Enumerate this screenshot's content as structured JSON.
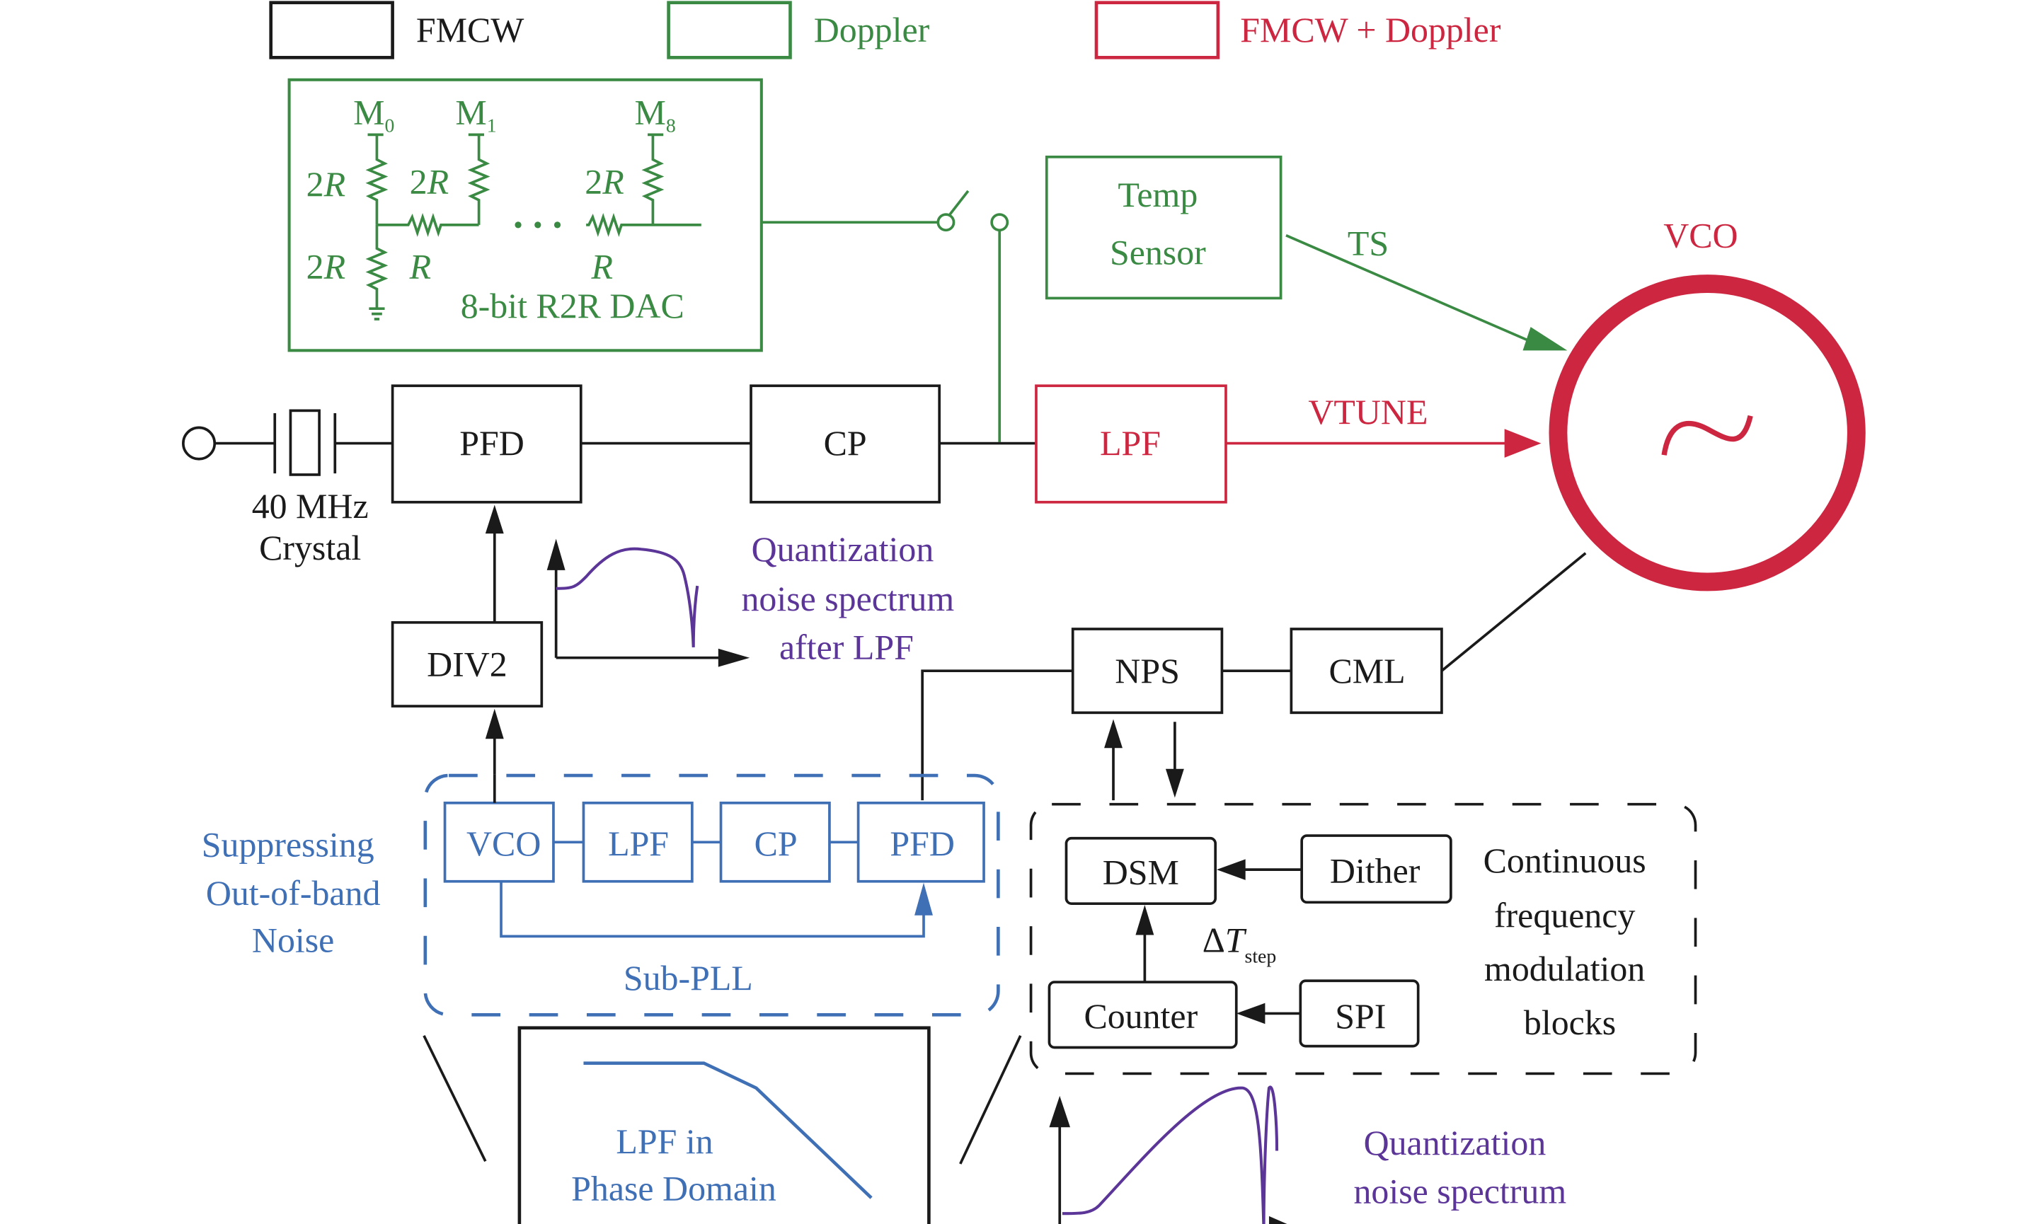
{
  "colors": {
    "fmcw": "#1a1a1a",
    "doppler": "#3a8a44",
    "fmcw_doppler": "#cc2640",
    "sub_pll": "#3f6fb5",
    "noise": "#5b3597"
  },
  "legend": {
    "fmcw": "FMCW",
    "doppler": "Doppler",
    "fmcw_doppler": "FMCW + Doppler"
  },
  "dac": {
    "title": "8-bit R2R DAC",
    "inputs": [
      {
        "base": "M",
        "sub": "0"
      },
      {
        "base": "M",
        "sub": "1"
      },
      {
        "base": "M",
        "sub": "8"
      }
    ],
    "labels": {
      "two_r": "2",
      "r": "R"
    },
    "ellipsis": "• • •"
  },
  "crystal": {
    "line1": "40 MHz",
    "line2": "Crystal"
  },
  "blocks": {
    "pfd": "PFD",
    "cp": "CP",
    "lpf": "LPF",
    "div2": "DIV2",
    "nps": "NPS",
    "cml": "CML",
    "temp_sensor": [
      "Temp",
      "Sensor"
    ],
    "dsm": "DSM",
    "dither": "Dither",
    "counter": "Counter",
    "spi": "SPI"
  },
  "signals": {
    "ts": "TS",
    "vtune": "VTUNE",
    "vco": "VCO",
    "vco_symbol": "~",
    "delta_t": {
      "prefix": "Δ",
      "var": "T",
      "sub": "step"
    }
  },
  "sub_pll": {
    "label": "Sub-PLL",
    "blocks": [
      "VCO",
      "LPF",
      "CP",
      "PFD"
    ],
    "side_note": [
      "Suppressing",
      "Out-of-band",
      "Noise"
    ]
  },
  "lpf_phase": [
    "LPF in",
    "Phase Domain"
  ],
  "noise_after_lpf": [
    "Quantization",
    "noise spectrum",
    "after LPF"
  ],
  "noise_spectrum": [
    "Quantization",
    "noise spectrum"
  ],
  "cfm_blocks": [
    "Continuous",
    "frequency",
    "modulation",
    "blocks"
  ]
}
